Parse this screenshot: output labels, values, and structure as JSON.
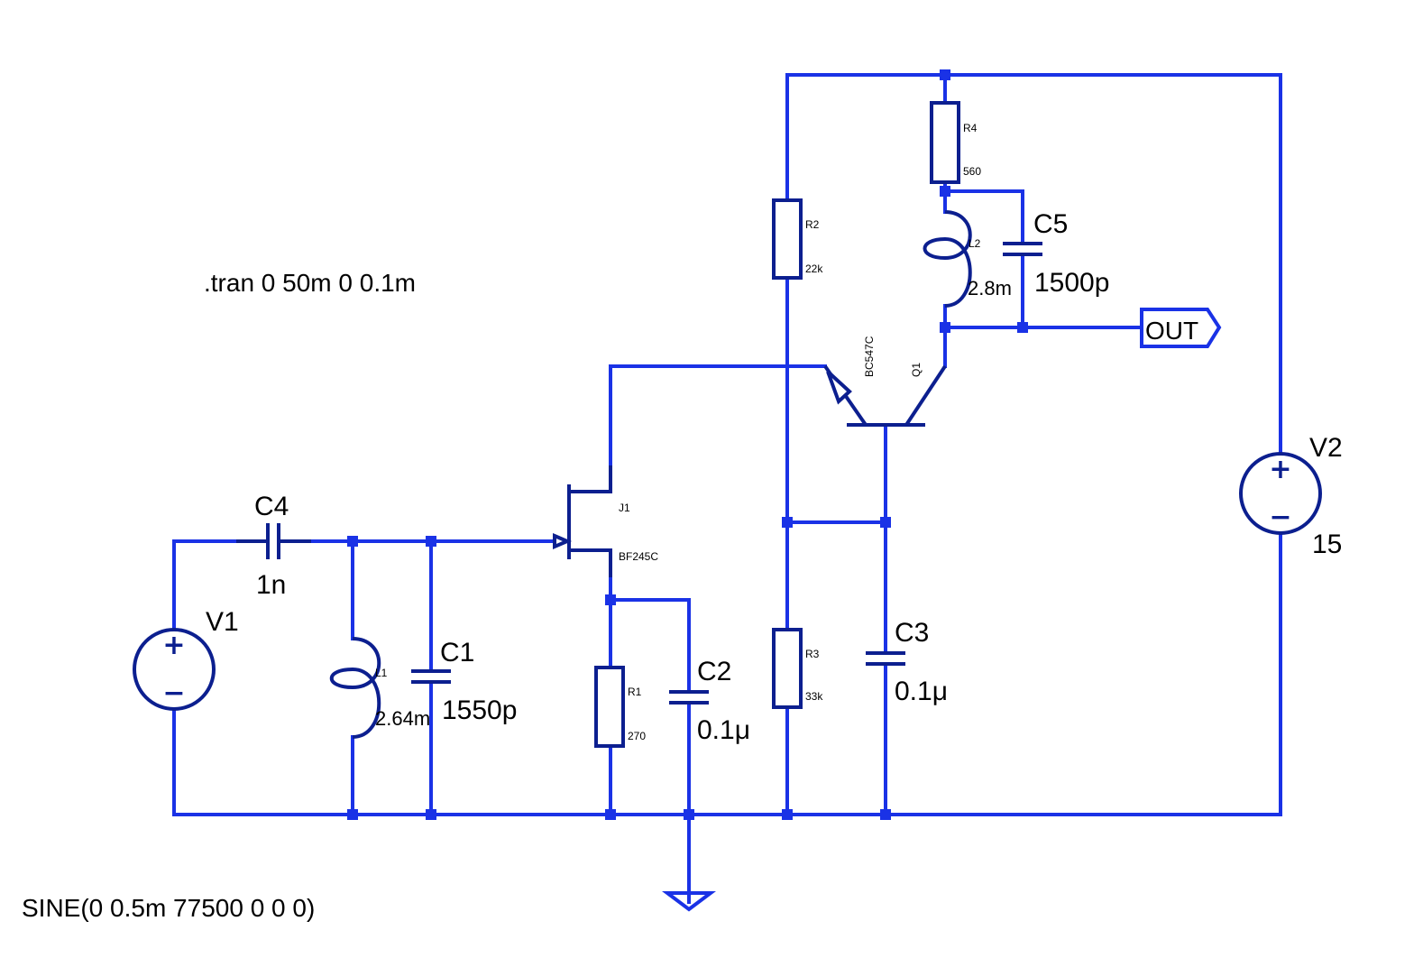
{
  "directives": {
    "tran": ".tran 0 50m 0 0.1m",
    "sine": "SINE(0 0.5m 77500 0 0 0)"
  },
  "components": {
    "V1": {
      "name": "V1",
      "plus": "+",
      "minus": "−"
    },
    "V2": {
      "name": "V2",
      "value": "15",
      "plus": "+",
      "minus": "−"
    },
    "C4": {
      "name": "C4",
      "value": "1n"
    },
    "C1": {
      "name": "C1",
      "value": "1550p"
    },
    "C2": {
      "name": "C2",
      "value": "0.1μ"
    },
    "C3": {
      "name": "C3",
      "value": "0.1μ"
    },
    "C5": {
      "name": "C5",
      "value": "1500p"
    },
    "L1": {
      "name": "L1",
      "value": "2.64m"
    },
    "L2": {
      "name": "L2",
      "value": "2.8m"
    },
    "R1": {
      "name": "R1",
      "value": "270"
    },
    "R2": {
      "name": "R2",
      "value": "22k"
    },
    "R3": {
      "name": "R3",
      "value": "33k"
    },
    "R4": {
      "name": "R4",
      "value": "560"
    },
    "J1": {
      "name": "J1",
      "model": "BF245C"
    },
    "Q1": {
      "name": "Q1",
      "model": "BC547C"
    }
  },
  "ports": {
    "out": "OUT"
  },
  "colors": {
    "wire": "#1a32e6",
    "component": "#0c1f8f",
    "background": "#ffffff"
  }
}
